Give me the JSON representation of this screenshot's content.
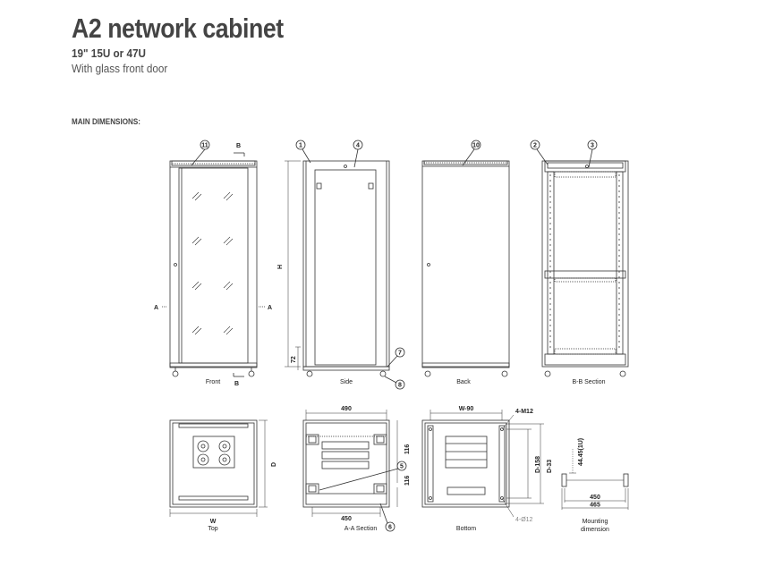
{
  "header": {
    "title": "A2 network cabinet",
    "subtitle": "19\" 15U or 47U",
    "tagline": "With glass front door",
    "section_label": "MAIN DIMENSIONS:"
  },
  "views": {
    "front": "Front",
    "side": "Side",
    "back": "Back",
    "bb_section": "B-B  Section",
    "top": "Top",
    "aa_section": "A-A  Section",
    "bottom": "Bottom",
    "mounting_line1": "Mounting",
    "mounting_line2": "dimension"
  },
  "markers": {
    "a": "A",
    "b": "B"
  },
  "callouts": [
    "1",
    "2",
    "3",
    "4",
    "5",
    "6",
    "7",
    "8",
    "10",
    "11"
  ],
  "dimensions": {
    "h": "H",
    "d": "D",
    "w": "W",
    "base_height": "72",
    "aa_width_top": "490",
    "aa_width_bottom": "450",
    "aa_depth_top": "116",
    "aa_depth_bottom": "116",
    "bottom_width": "W-90",
    "bottom_depth_1": "D-158",
    "bottom_depth_2": "D-33",
    "bottom_screw": "4-M12",
    "bottom_holes": "4-Ø12",
    "mount_unit": "44.45(1U)",
    "mount_inner": "450",
    "mount_outer": "465"
  },
  "colors": {
    "line": "#333333",
    "text": "#222222",
    "title": "#444444"
  }
}
